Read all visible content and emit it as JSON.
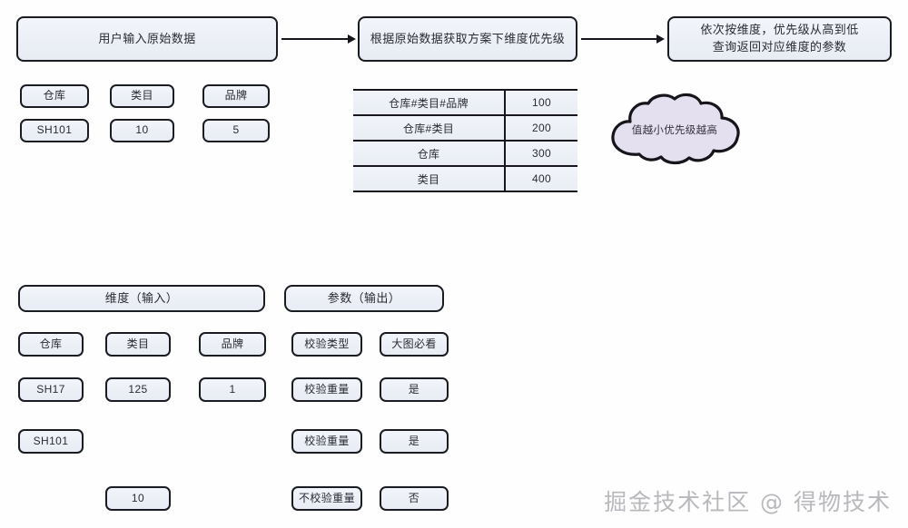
{
  "diagram": {
    "flow": {
      "step1": {
        "label": "用户输入原始数据"
      },
      "step2": {
        "label": "根据原始数据获取方案下维度优先级"
      },
      "step3": {
        "label": "依次按维度，优先级从高到低\n查询返回对应维度的参数"
      }
    },
    "input_sample": {
      "headers": [
        "仓库",
        "类目",
        "品牌"
      ],
      "values": [
        "SH101",
        "10",
        "5"
      ]
    },
    "priority_table": {
      "rows": [
        {
          "dimension": "仓库#类目#品牌",
          "priority": "100"
        },
        {
          "dimension": "仓库#类目",
          "priority": "200"
        },
        {
          "dimension": "仓库",
          "priority": "300"
        },
        {
          "dimension": "类目",
          "priority": "400"
        }
      ]
    },
    "cloud_note": {
      "label": "值越小优先级越高"
    },
    "dimension_section": {
      "title": "维度（输入）",
      "row1": [
        "仓库",
        "类目",
        "品牌"
      ],
      "row2": [
        "SH17",
        "125",
        "1"
      ],
      "row3": [
        "SH101"
      ],
      "row4": [
        "10"
      ]
    },
    "parameter_section": {
      "title": "参数（输出）",
      "rows": [
        {
          "key": "校验类型",
          "value": "大图必看"
        },
        {
          "key": "校验重量",
          "value": "是"
        },
        {
          "key": "校验重量",
          "value": "是"
        },
        {
          "key": "不校验重量",
          "value": "否"
        }
      ]
    },
    "watermark": {
      "text": "掘金技术社区 @ 得物技术"
    }
  }
}
